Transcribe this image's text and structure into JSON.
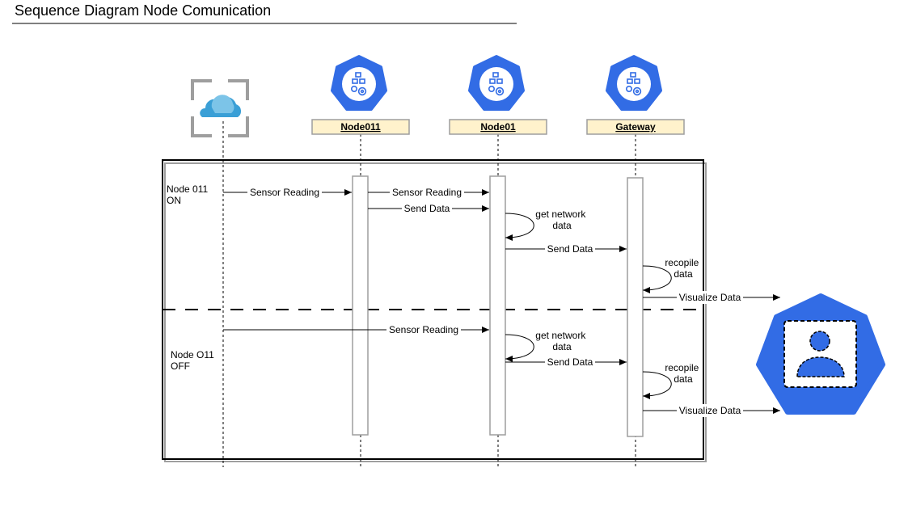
{
  "title": "Sequence Diagram Node Comunication",
  "lifelines": {
    "node011": "Node011",
    "node01": "Node01",
    "gateway": "Gateway"
  },
  "fragments": {
    "on_label": [
      "Node 011",
      "ON"
    ],
    "off_label": [
      "Node O11",
      "OFF"
    ]
  },
  "messages": {
    "sensor_reading": "Sensor Reading",
    "send_data": "Send Data",
    "get_network_data": [
      "get network",
      "data"
    ],
    "recopile_data": [
      "recopile",
      "data"
    ],
    "visualize_data": "Visualize Data"
  },
  "icons": {
    "cloud": "cloud-icon",
    "kubernetes_node": "kubernetes-node-icon",
    "user": "kubernetes-user-icon"
  },
  "colors": {
    "k8s_blue": "#326CE5",
    "lifeline_header_fill": "#FFF2CC",
    "cloud_light": "#7CC4E8",
    "cloud_dark": "#3A9FD6",
    "frame_gray": "#9E9E9E"
  }
}
